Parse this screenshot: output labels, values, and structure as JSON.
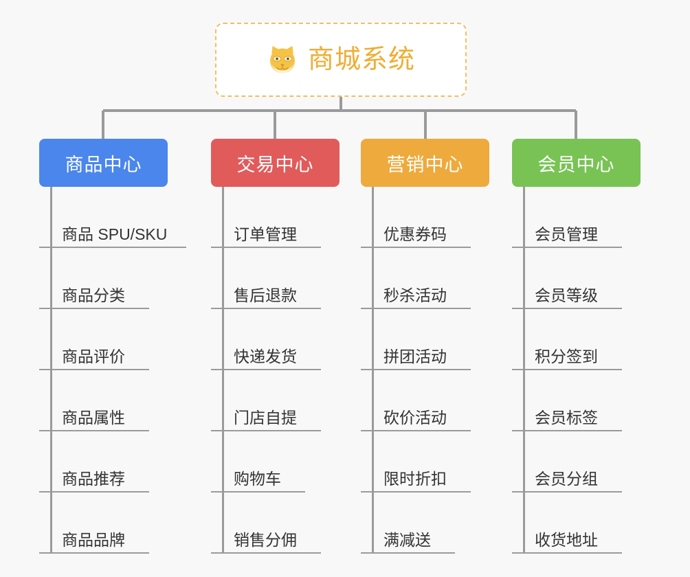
{
  "diagram": {
    "type": "mindmap",
    "title": "商城系统",
    "background_color": "#f8f8f8",
    "root": {
      "label": "商城系统",
      "icon": "shiba-dog-face-icon",
      "text_color": "#f0ad34",
      "border_color": "#f0c060",
      "background_color": "#ffffff"
    },
    "connector_color": "#9a9a9a",
    "branches": [
      {
        "label": "商品中心",
        "color": "#4a86ec",
        "children": [
          {
            "label": "商品 SPU/SKU"
          },
          {
            "label": "商品分类"
          },
          {
            "label": "商品评价"
          },
          {
            "label": "商品属性"
          },
          {
            "label": "商品推荐"
          },
          {
            "label": "商品品牌"
          }
        ]
      },
      {
        "label": "交易中心",
        "color": "#e15b5b",
        "children": [
          {
            "label": "订单管理"
          },
          {
            "label": "售后退款"
          },
          {
            "label": "快递发货"
          },
          {
            "label": "门店自提"
          },
          {
            "label": "购物车"
          },
          {
            "label": "销售分佣"
          }
        ]
      },
      {
        "label": "营销中心",
        "color": "#eeaa3c",
        "children": [
          {
            "label": "优惠券码"
          },
          {
            "label": "秒杀活动"
          },
          {
            "label": "拼团活动"
          },
          {
            "label": "砍价活动"
          },
          {
            "label": "限时折扣"
          },
          {
            "label": "满减送"
          }
        ]
      },
      {
        "label": "会员中心",
        "color": "#78c354",
        "children": [
          {
            "label": "会员管理"
          },
          {
            "label": "会员等级"
          },
          {
            "label": "积分签到"
          },
          {
            "label": "会员标签"
          },
          {
            "label": "会员分组"
          },
          {
            "label": "收货地址"
          }
        ]
      }
    ]
  }
}
